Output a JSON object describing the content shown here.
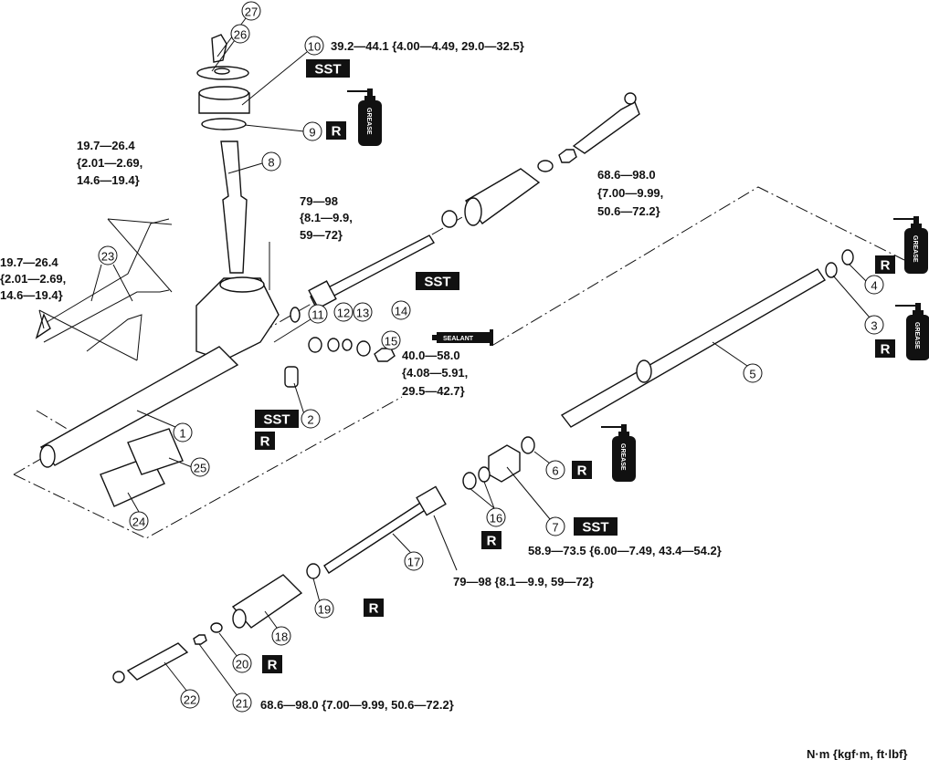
{
  "diagram": {
    "callouts": [
      "1",
      "2",
      "3",
      "4",
      "5",
      "6",
      "7",
      "8",
      "9",
      "10",
      "11",
      "12",
      "13",
      "14",
      "15",
      "16",
      "17",
      "18",
      "19",
      "20",
      "21",
      "22",
      "23",
      "24",
      "25",
      "26",
      "27"
    ],
    "torques": {
      "part10": "39.2—44.1 {4.00—4.49, 29.0—32.5}",
      "pipe_upper": [
        "19.7—26.4",
        "{2.01—2.69,",
        "14.6—19.4}"
      ],
      "pipe_lower": [
        "19.7—26.4",
        "{2.01—2.69,",
        "14.6—19.4}"
      ],
      "tie_rod_upper": [
        "79—98",
        "{8.1—9.9,",
        "59—72}"
      ],
      "tie_rod_end_upper": [
        "68.6—98.0",
        "{7.00—9.99,",
        "50.6—72.2}"
      ],
      "part15": [
        "40.0—58.0",
        "{4.08—5.91,",
        "29.5—42.7}"
      ],
      "part7": "58.9—73.5 {6.00—7.49, 43.4—54.2}",
      "tie_rod_lower": "79—98 {8.1—9.9, 59—72}",
      "part21": "68.6—98.0 {7.00—9.99, 50.6—72.2}"
    },
    "badges": {
      "sst": "SST",
      "replace": "R"
    },
    "grease_label": "GREASE",
    "sealant_label": "SEALANT",
    "units": "N·m {kgf·m, ft·lbf}"
  }
}
